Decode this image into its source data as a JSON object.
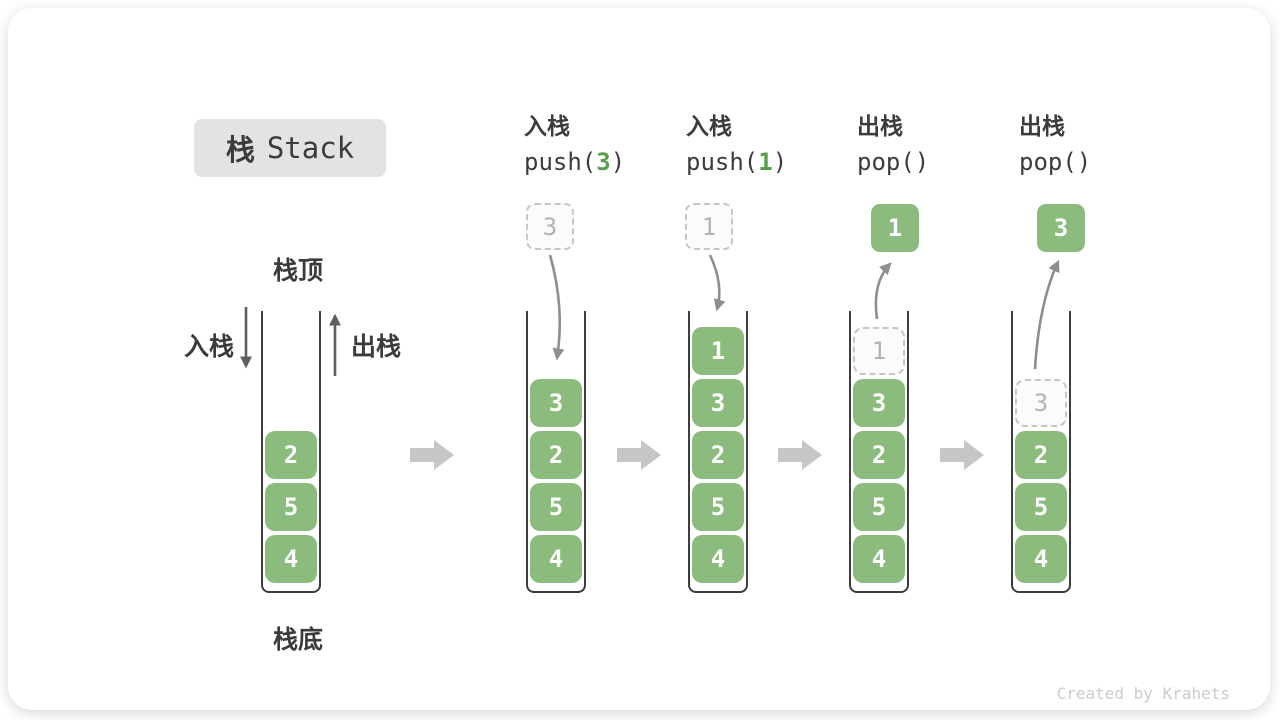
{
  "title": {
    "zh": "栈",
    "en": "Stack"
  },
  "credit": "Created by Krahets",
  "legend": {
    "stack_top": "栈顶",
    "stack_bottom": "栈底",
    "push_side": "入栈",
    "pop_side": "出栈"
  },
  "colors": {
    "block_green": "#8bbb7d",
    "code_arg_green": "#57a04a",
    "container_border": "#3d3d3d",
    "dashed_border": "#c6c6c6",
    "dashed_text": "#b2b2b2",
    "flow_arrow_gray": "#c6c6c6",
    "motion_arrow_gray": "#8e8e8e",
    "text_dark": "#3c3c3c",
    "title_chip_bg": "#e3e3e3"
  },
  "operations": [
    {
      "label": "入栈",
      "code_pre": "push(",
      "code_arg": "3",
      "code_post": ")"
    },
    {
      "label": "入栈",
      "code_pre": "push(",
      "code_arg": "1",
      "code_post": ")"
    },
    {
      "label": "出栈",
      "code_pre": "pop(",
      "code_arg": "",
      "code_post": ")"
    },
    {
      "label": "出栈",
      "code_pre": "pop(",
      "code_arg": "",
      "code_post": ")"
    }
  ],
  "stacks": {
    "initial": {
      "blocks": {
        "r3": "2",
        "r4": "5",
        "r5": "4"
      }
    },
    "after_push3": {
      "incoming": "3",
      "blocks": {
        "r2": "3",
        "r3": "2",
        "r4": "5",
        "r5": "4"
      }
    },
    "after_push1": {
      "incoming": "1",
      "blocks": {
        "r1": "1",
        "r2": "3",
        "r3": "2",
        "r4": "5",
        "r5": "4"
      }
    },
    "after_pop1": {
      "popped": "1",
      "ghost": "1",
      "blocks": {
        "r2": "3",
        "r3": "2",
        "r4": "5",
        "r5": "4"
      }
    },
    "after_pop3": {
      "popped": "3",
      "ghost": "3",
      "blocks": {
        "r3": "2",
        "r4": "5",
        "r5": "4"
      }
    }
  }
}
